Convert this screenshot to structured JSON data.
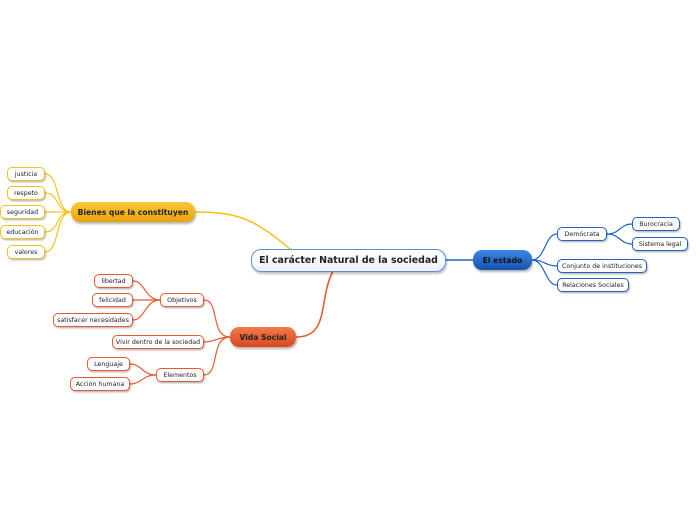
{
  "colors": {
    "orange": "#f6c31c",
    "red": "#e35b2f",
    "blue": "#1f62c4"
  },
  "center": {
    "label": "El carácter Natural de la sociedad"
  },
  "bienes": {
    "label": "Bienes que la constituyen",
    "items": [
      "justicia",
      "respeto",
      "seguridad",
      "educación",
      "valores"
    ]
  },
  "vida": {
    "label": "Vida Social",
    "objetivos": {
      "label": "Objetivos",
      "items": [
        "libertad",
        "felicidad",
        "satisfacer necesidades"
      ]
    },
    "vivir": "Vivir dentro de la sociedad",
    "elementos": {
      "label": "Elementos",
      "items": [
        "Lenguaje",
        "Acción humana"
      ]
    }
  },
  "estado": {
    "label": "El estado",
    "democratia": {
      "label": "Demócrata",
      "items": [
        "Burocracia",
        "Sistema legal"
      ]
    },
    "conjunto": "Conjunto de instituciones",
    "relaciones": "Relaciones Sociales"
  }
}
